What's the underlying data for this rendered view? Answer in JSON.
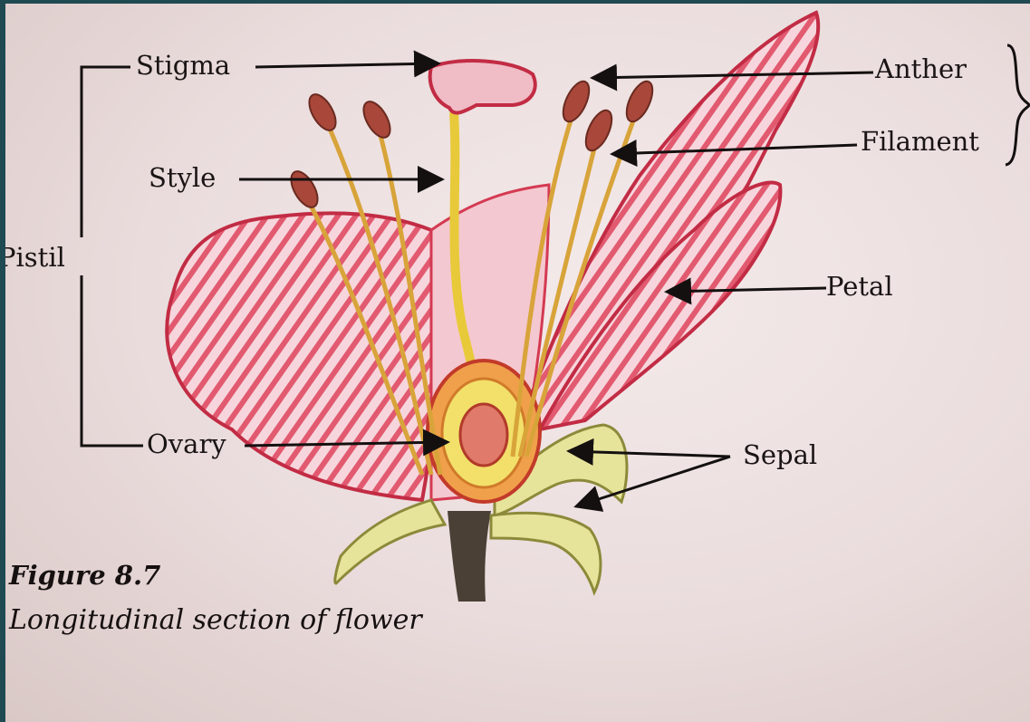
{
  "labels": {
    "stigma": "Stigma",
    "style": "Style",
    "pistil": "Pistil",
    "ovary": "Ovary",
    "anther": "Anther",
    "filament": "Filament",
    "petal": "Petal",
    "sepal": "Sepal"
  },
  "figure": {
    "title": "Figure 8.7",
    "caption": "Longitudinal section of flower"
  },
  "colors": {
    "petal": "#d43a52",
    "petal_light": "#f6d6dc",
    "style_yellow": "#e8c93a",
    "sepal": "#e6e49a",
    "anther": "#a8473a",
    "stem": "#4a4036",
    "arrow": "#141010"
  }
}
